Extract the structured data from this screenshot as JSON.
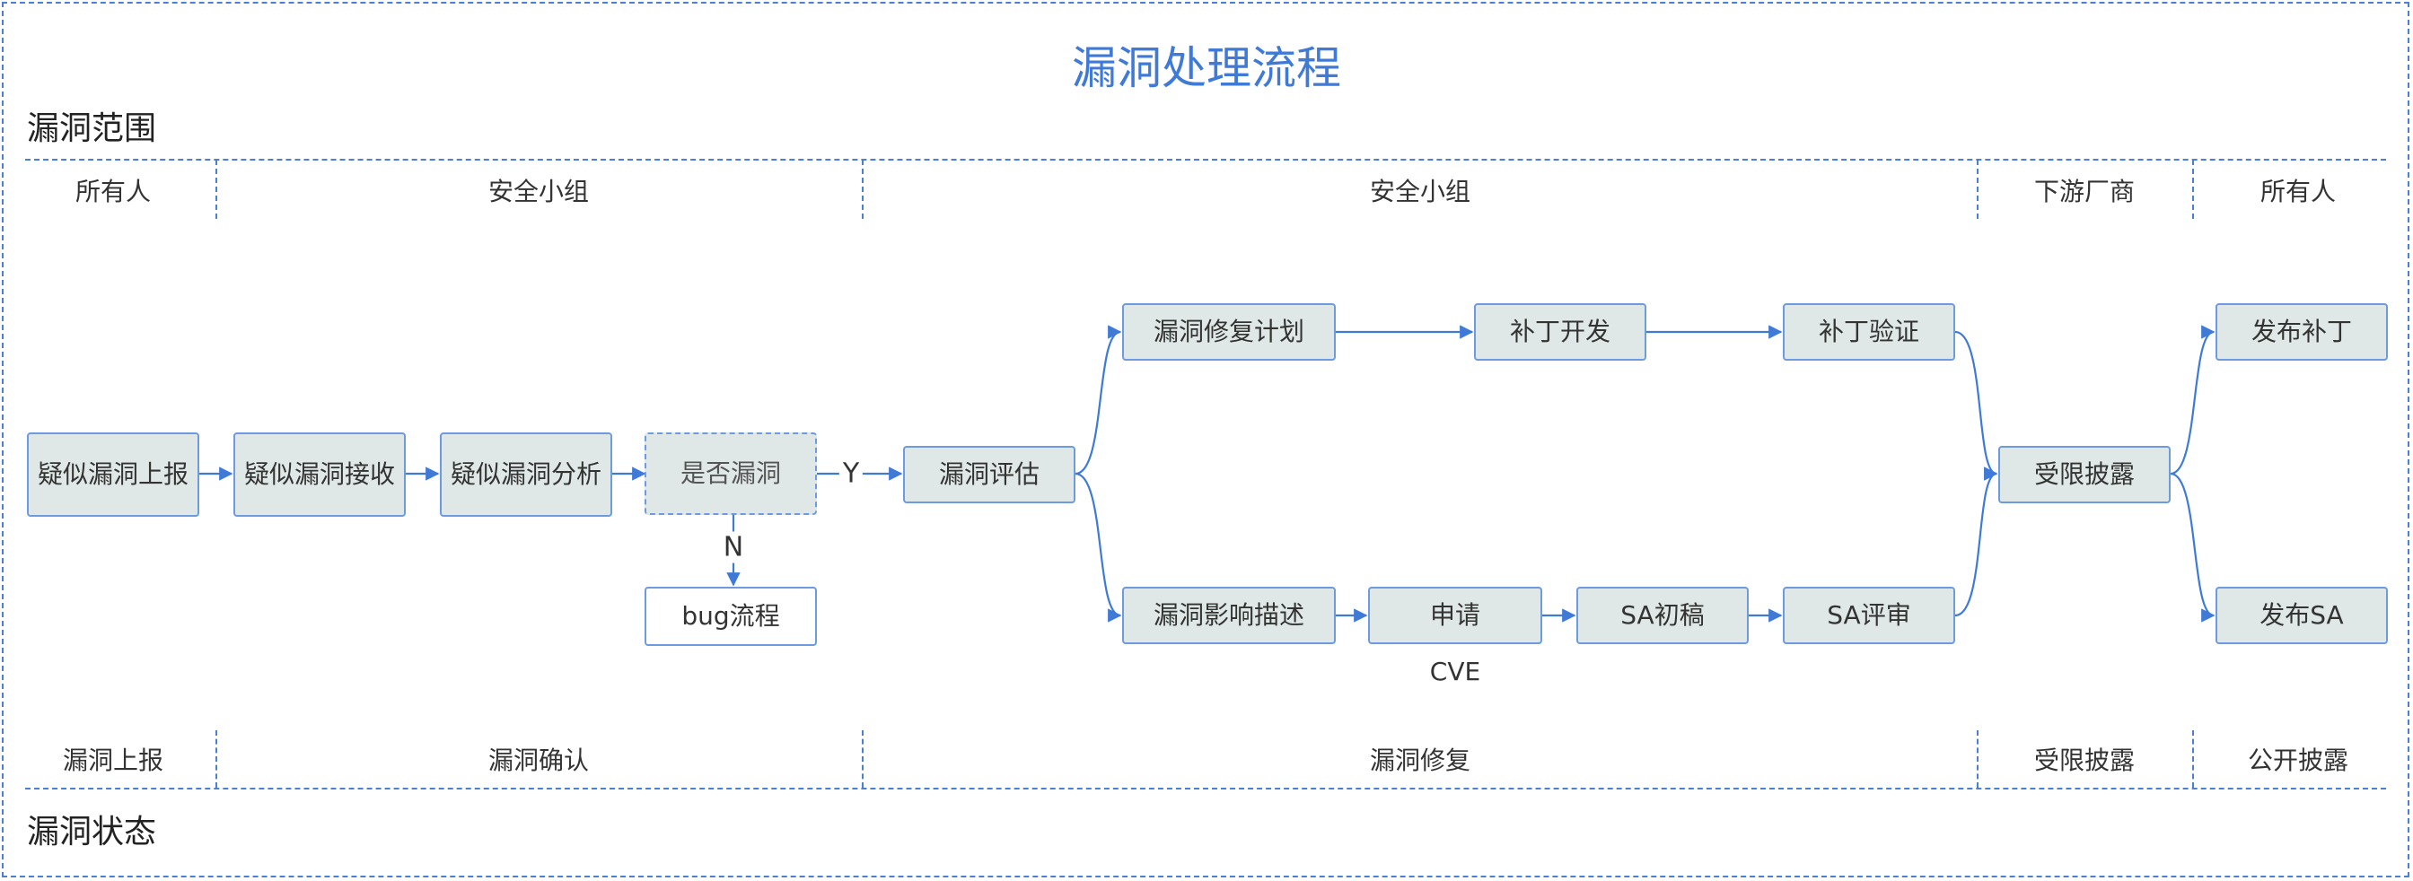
{
  "title": "漏洞处理流程",
  "sections": {
    "top": "漏洞范围",
    "bottom": "漏洞状态"
  },
  "owners": [
    "所有人",
    "安全小组",
    "安全小组",
    "下游厂商",
    "所有人"
  ],
  "states": [
    "漏洞上报",
    "漏洞确认",
    "漏洞修复",
    "受限披露",
    "公开披露"
  ],
  "nodes": {
    "report": "疑似漏洞上报",
    "receive": "疑似漏洞接收",
    "analyze": "疑似漏洞分析",
    "is_vuln": "是否漏洞",
    "bug_flow": "bug流程",
    "evaluate": "漏洞评估",
    "fix_plan": "漏洞修复计划",
    "patch_dev": "补丁开发",
    "patch_verify": "补丁验证",
    "impact_desc": "漏洞影响描述",
    "apply": "申请",
    "sa_draft": "SA初稿",
    "sa_review": "SA评审",
    "limited_disclosure": "受限披露",
    "publish_patch": "发布补丁",
    "publish_sa": "发布SA"
  },
  "edge_labels": {
    "yes": "Y",
    "no": "N"
  },
  "apply_sublabel": "CVE",
  "colors": {
    "accent": "#3f7ad6",
    "node_fill": "#dfe8e6",
    "node_border": "#6d9be0",
    "edge": "#3f7ad6"
  }
}
